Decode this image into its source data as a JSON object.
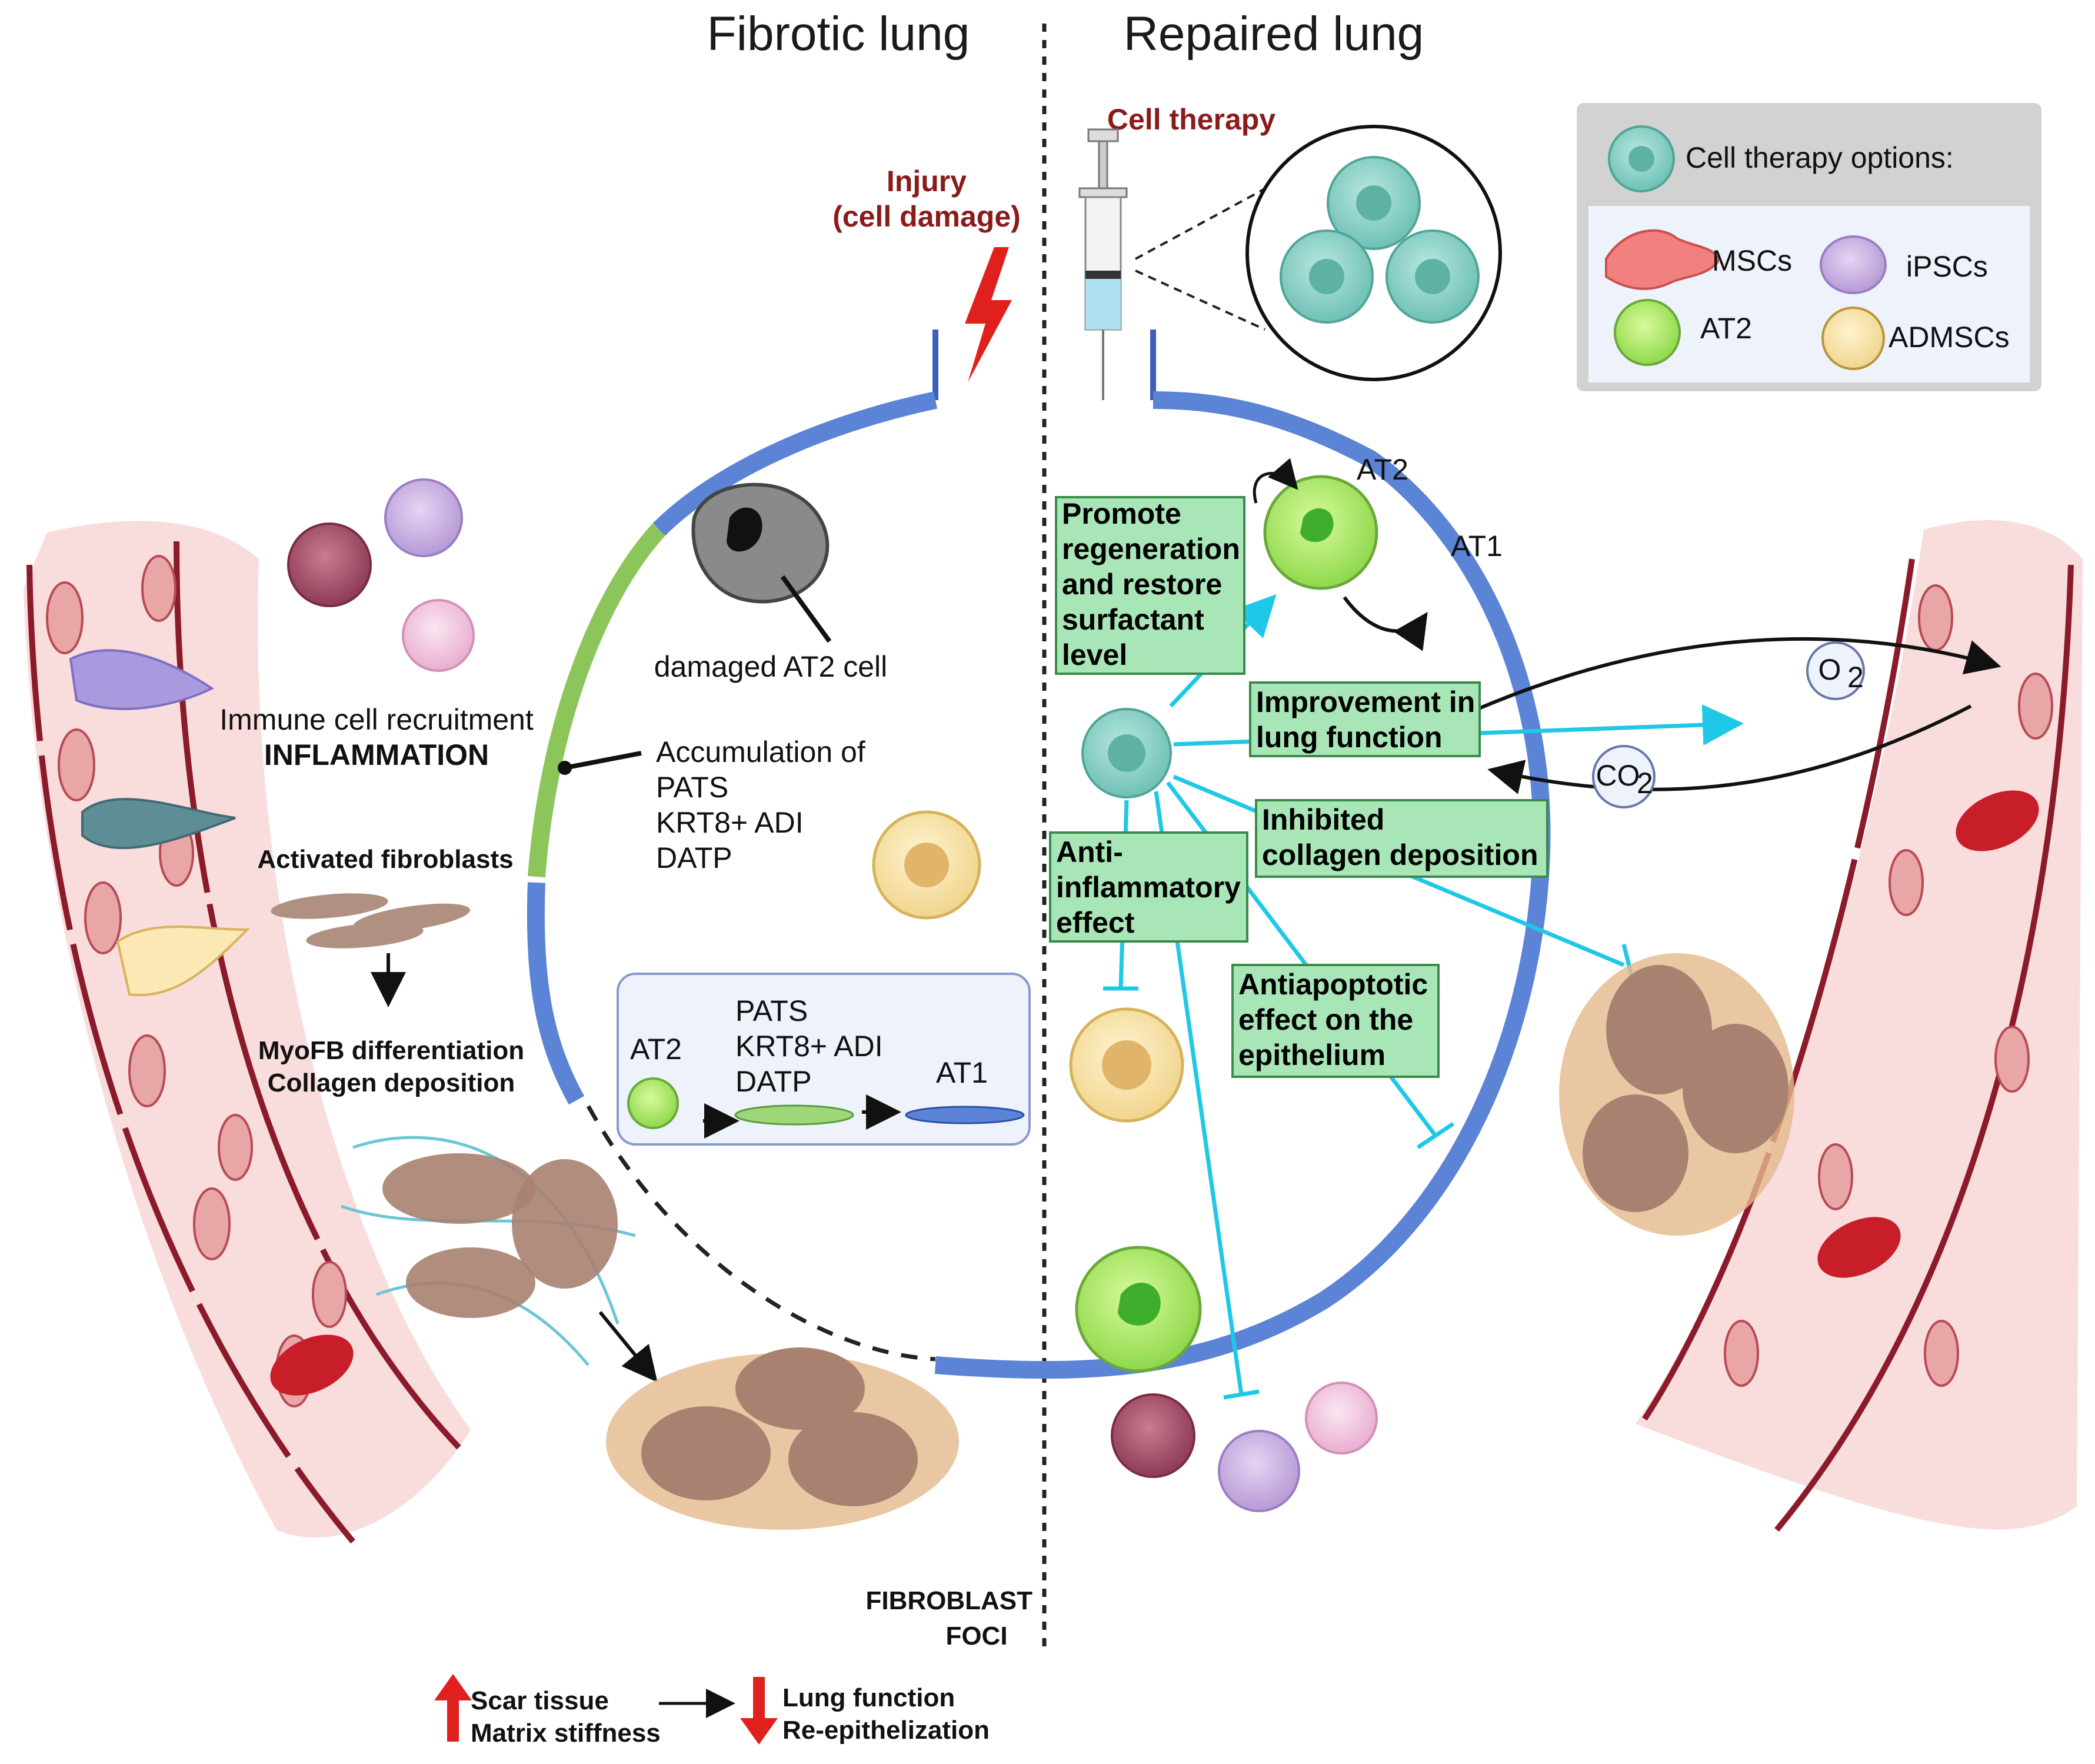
{
  "titles": {
    "left": "Fibrotic lung",
    "right": "Repaired lung"
  },
  "injury": {
    "line1": "Injury",
    "line2": "(cell damage)"
  },
  "cell_therapy_label": "Cell therapy",
  "options": {
    "title": "Cell therapy options:",
    "items": [
      "MSCs",
      "iPSCs",
      "AT2",
      "ADMSCs"
    ]
  },
  "left": {
    "damaged_at2": "damaged AT2 cell",
    "immune_recruitment": "Immune cell recruitment",
    "inflammation": "INFLAMMATION",
    "accumulation": [
      "Accumulation of",
      "PATS",
      "KRT8+ ADI",
      "DATP"
    ],
    "activated_fibroblasts": "Activated fibroblasts",
    "myofb": [
      "MyoFB differentiation",
      "Collagen deposition"
    ],
    "fibroblast_foci": [
      "FIBROBLAST",
      "FOCI"
    ],
    "inset": {
      "at2": "AT2",
      "mid": [
        "PATS",
        "KRT8+ ADI",
        "DATP"
      ],
      "at1": "AT1"
    }
  },
  "right": {
    "at2": "AT2",
    "at1": "AT1",
    "o2": "O",
    "co2": "CO",
    "sub2": "2",
    "effects": {
      "regeneration": [
        "Promote",
        "regeneration",
        "and restore",
        "surfactant",
        "level"
      ],
      "lung_function": [
        "Improvement in",
        "lung function"
      ],
      "collagen": [
        "Inhibited",
        "collagen deposition"
      ],
      "anti_inflammatory": [
        "Anti-",
        "inflammatory",
        "effect"
      ],
      "antiapoptotic": [
        "Antiapoptotic",
        "effect on the",
        "epithelium"
      ]
    }
  },
  "bottom": {
    "left": [
      "Scar tissue",
      "Matrix stiffness"
    ],
    "right": [
      "Lung function",
      "Re-epithelization"
    ]
  },
  "colors": {
    "epithelium": "#5b83d6",
    "injured_epithelium": "#8cc65a",
    "inhibition": "#1ec8e6",
    "text_red": "#8b1a1a",
    "effect_box": "#a8e6b8"
  }
}
